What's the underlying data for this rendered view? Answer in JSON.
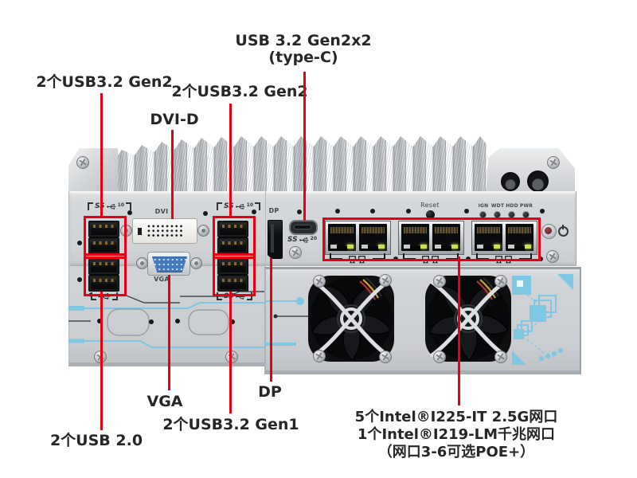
{
  "callouts": {
    "usb32_gen2_left": "2个USB3.2 Gen2",
    "dvi_d": "DVI-D",
    "usb32_gen2_mid": "2个USB3.2 Gen2",
    "typec_line1": "USB 3.2 Gen2x2",
    "typec_line2": "(type-C)",
    "usb_20": "2个USB 2.0",
    "vga": "VGA",
    "usb32_gen1": "2个USB3.2 Gen1",
    "dp": "DP",
    "lan": {
      "line1": "5个Intel®I225-IT 2.5G网口",
      "line2": "1个Intel®I219-LM千兆网口",
      "line3": "（网口3-6可选POE+）"
    }
  },
  "silkscreen": {
    "dvi": "DVI",
    "vga": "VGA",
    "dp": "DP",
    "reset": "Reset",
    "ss": "SS",
    "usb_gen2_speed": "10",
    "usb_typec_speed": "20",
    "leds": [
      "IGN",
      "WDT",
      "HDD",
      "PWR"
    ]
  },
  "colors": {
    "annotation_red": "#e60012",
    "callout_text": "#262626",
    "chassis_silver": "#d2d5d8",
    "vga_blue": "#4579bd",
    "ethernet_led_green": "#c7e24a",
    "decoration_blue": "#7ec8e3"
  }
}
